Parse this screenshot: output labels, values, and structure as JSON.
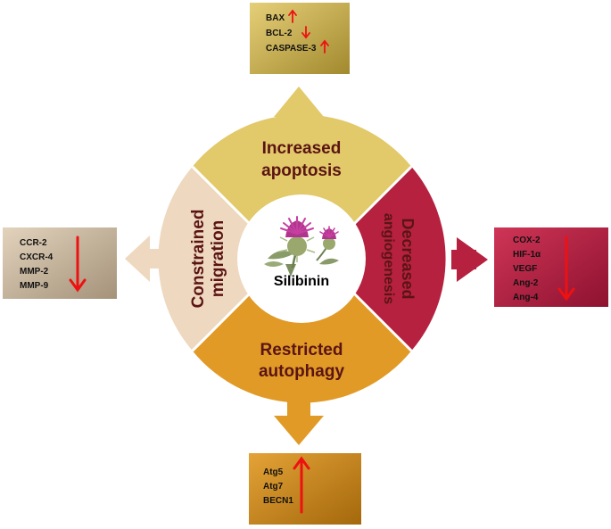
{
  "center": {
    "label": "Silibinin",
    "icon": "milk-thistle-flower-icon"
  },
  "segments": {
    "top": {
      "line1": "Increased",
      "line2": "apoptosis",
      "color": "#e2c96a"
    },
    "right": {
      "line1": "Decreased",
      "line2": "angiogenesis",
      "color": "#b5213f"
    },
    "bottom": {
      "line1": "Restricted",
      "line2": "autophagy",
      "color": "#e19a26"
    },
    "left": {
      "line1": "Constrained",
      "line2": "migration",
      "color": "#eed8bf"
    }
  },
  "boxes": {
    "top": {
      "items": [
        "BAX",
        "BCL-2",
        "CASPASE-3"
      ],
      "arrows": [
        "up",
        "down",
        "up"
      ]
    },
    "left": {
      "items": [
        "CCR-2",
        "CXCR-4",
        "MMP-2",
        "MMP-9"
      ],
      "arrow": "down"
    },
    "right": {
      "items": [
        "COX-2",
        "HIF-1α",
        "VEGF",
        "Ang-2",
        "Ang-4"
      ],
      "arrow": "down"
    },
    "bottom": {
      "items": [
        "Atg5",
        "Atg7",
        "BECN1"
      ],
      "arrow": "up"
    }
  },
  "colors": {
    "arrow_red": "#ee1111",
    "label_text": "#5a1414"
  }
}
